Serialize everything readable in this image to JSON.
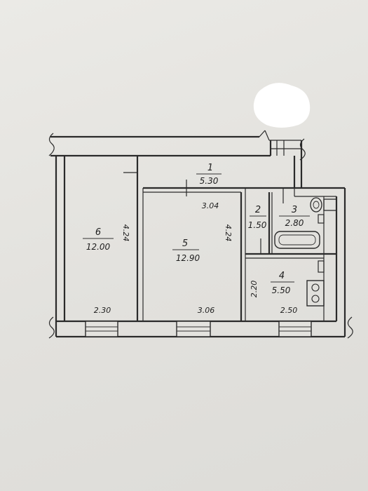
{
  "colors": {
    "ink": "#2a2a2a",
    "paper": "#e6e5e1",
    "redaction": "#ffffff"
  },
  "rooms": [
    {
      "number": "1",
      "area": "5.30"
    },
    {
      "number": "2",
      "area": "1.50"
    },
    {
      "number": "3",
      "area": "2.80"
    },
    {
      "number": "4",
      "area": "5.50"
    },
    {
      "number": "5",
      "area": "12.90"
    },
    {
      "number": "6",
      "area": "12.00"
    }
  ],
  "dimensions": {
    "room5_top": "3.04",
    "room5_side": "4.24",
    "room6_side": "4.24",
    "room6_bottom": "2.30",
    "room5_bottom": "3.06",
    "room4_side": "2.20",
    "room4_bottom": "2.50"
  }
}
